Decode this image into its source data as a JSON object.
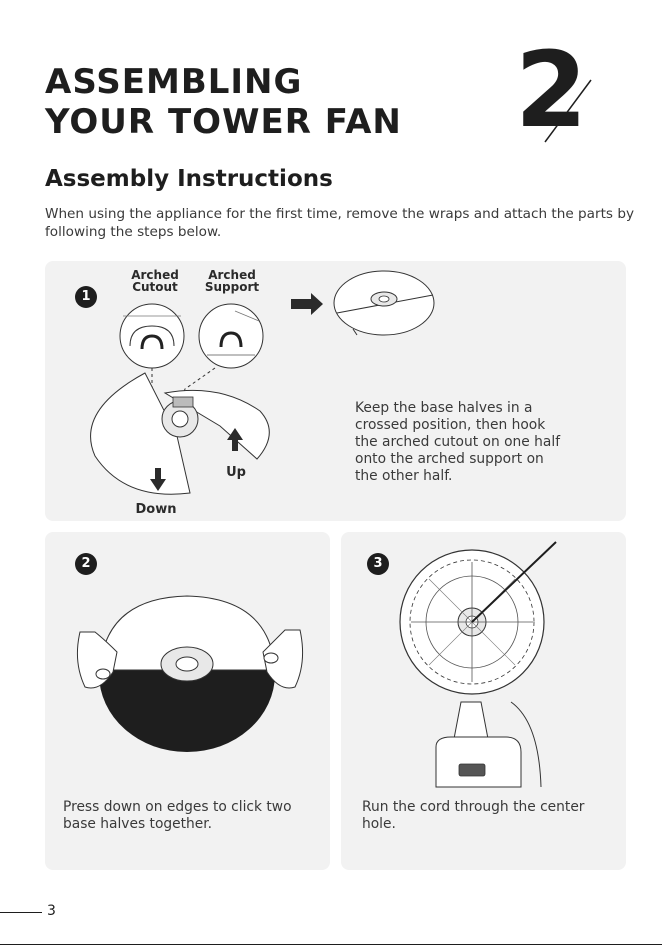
{
  "header": {
    "title_line1": "ASSEMBLING",
    "title_line2": "YOUR TOWER FAN",
    "chapter_number": "2"
  },
  "section": {
    "title": "Assembly Instructions",
    "intro": "When using the appliance for the first time, remove the wraps and attach the parts by following the steps below."
  },
  "step1": {
    "number": "1",
    "callout_cutout_line1": "Arched",
    "callout_cutout_line2": "Cutout",
    "callout_support_line1": "Arched",
    "callout_support_line2": "Support",
    "label_up": "Up",
    "label_down": "Down",
    "text_lines": [
      "Keep the base halves in a",
      "crossed position, then hook",
      "the arched cutout on one half",
      "onto the arched support on",
      "the other half."
    ]
  },
  "step2": {
    "number": "2",
    "text_line1": "Press down on edges to click two",
    "text_line2": "base halves together."
  },
  "step3": {
    "number": "3",
    "text_line1": "Run the cord through the center",
    "text_line2": "hole."
  },
  "footer": {
    "page_number": "3"
  }
}
